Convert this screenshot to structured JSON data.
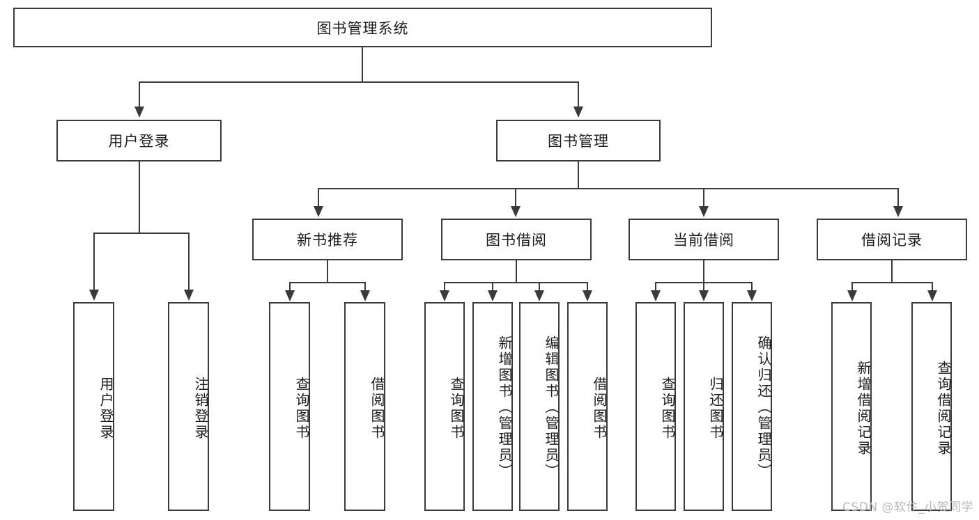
{
  "diagram": {
    "type": "tree-hierarchy",
    "root": {
      "label": "图书管理系统"
    },
    "level1": [
      {
        "label": "用户登录"
      },
      {
        "label": "图书管理"
      }
    ],
    "level2": [
      {
        "label": "新书推荐"
      },
      {
        "label": "图书借阅"
      },
      {
        "label": "当前借阅"
      },
      {
        "label": "借阅记录"
      }
    ],
    "leaves": {
      "user_login": [
        {
          "label": "用户登录"
        },
        {
          "label": "注销登录"
        }
      ],
      "new_book_recommend": [
        {
          "label": "查询图书"
        },
        {
          "label": "借阅图书"
        }
      ],
      "book_borrow": [
        {
          "label": "查询图书"
        },
        {
          "label": "新增图书（管理员）"
        },
        {
          "label": "编辑图书（管理员）"
        },
        {
          "label": "借阅图书"
        }
      ],
      "current_borrow": [
        {
          "label": "查询图书"
        },
        {
          "label": "归还图书"
        },
        {
          "label": "确认归还（管理员）"
        }
      ],
      "borrow_record": [
        {
          "label": "新增借阅记录"
        },
        {
          "label": "查询借阅记录"
        }
      ]
    }
  },
  "watermark": {
    "text": "CSDN @软件_小贺同学"
  },
  "colors": {
    "stroke": "#3a3a3a",
    "background": "#ffffff",
    "text": "#1d1d1d",
    "watermark": "#b9b9b9"
  }
}
